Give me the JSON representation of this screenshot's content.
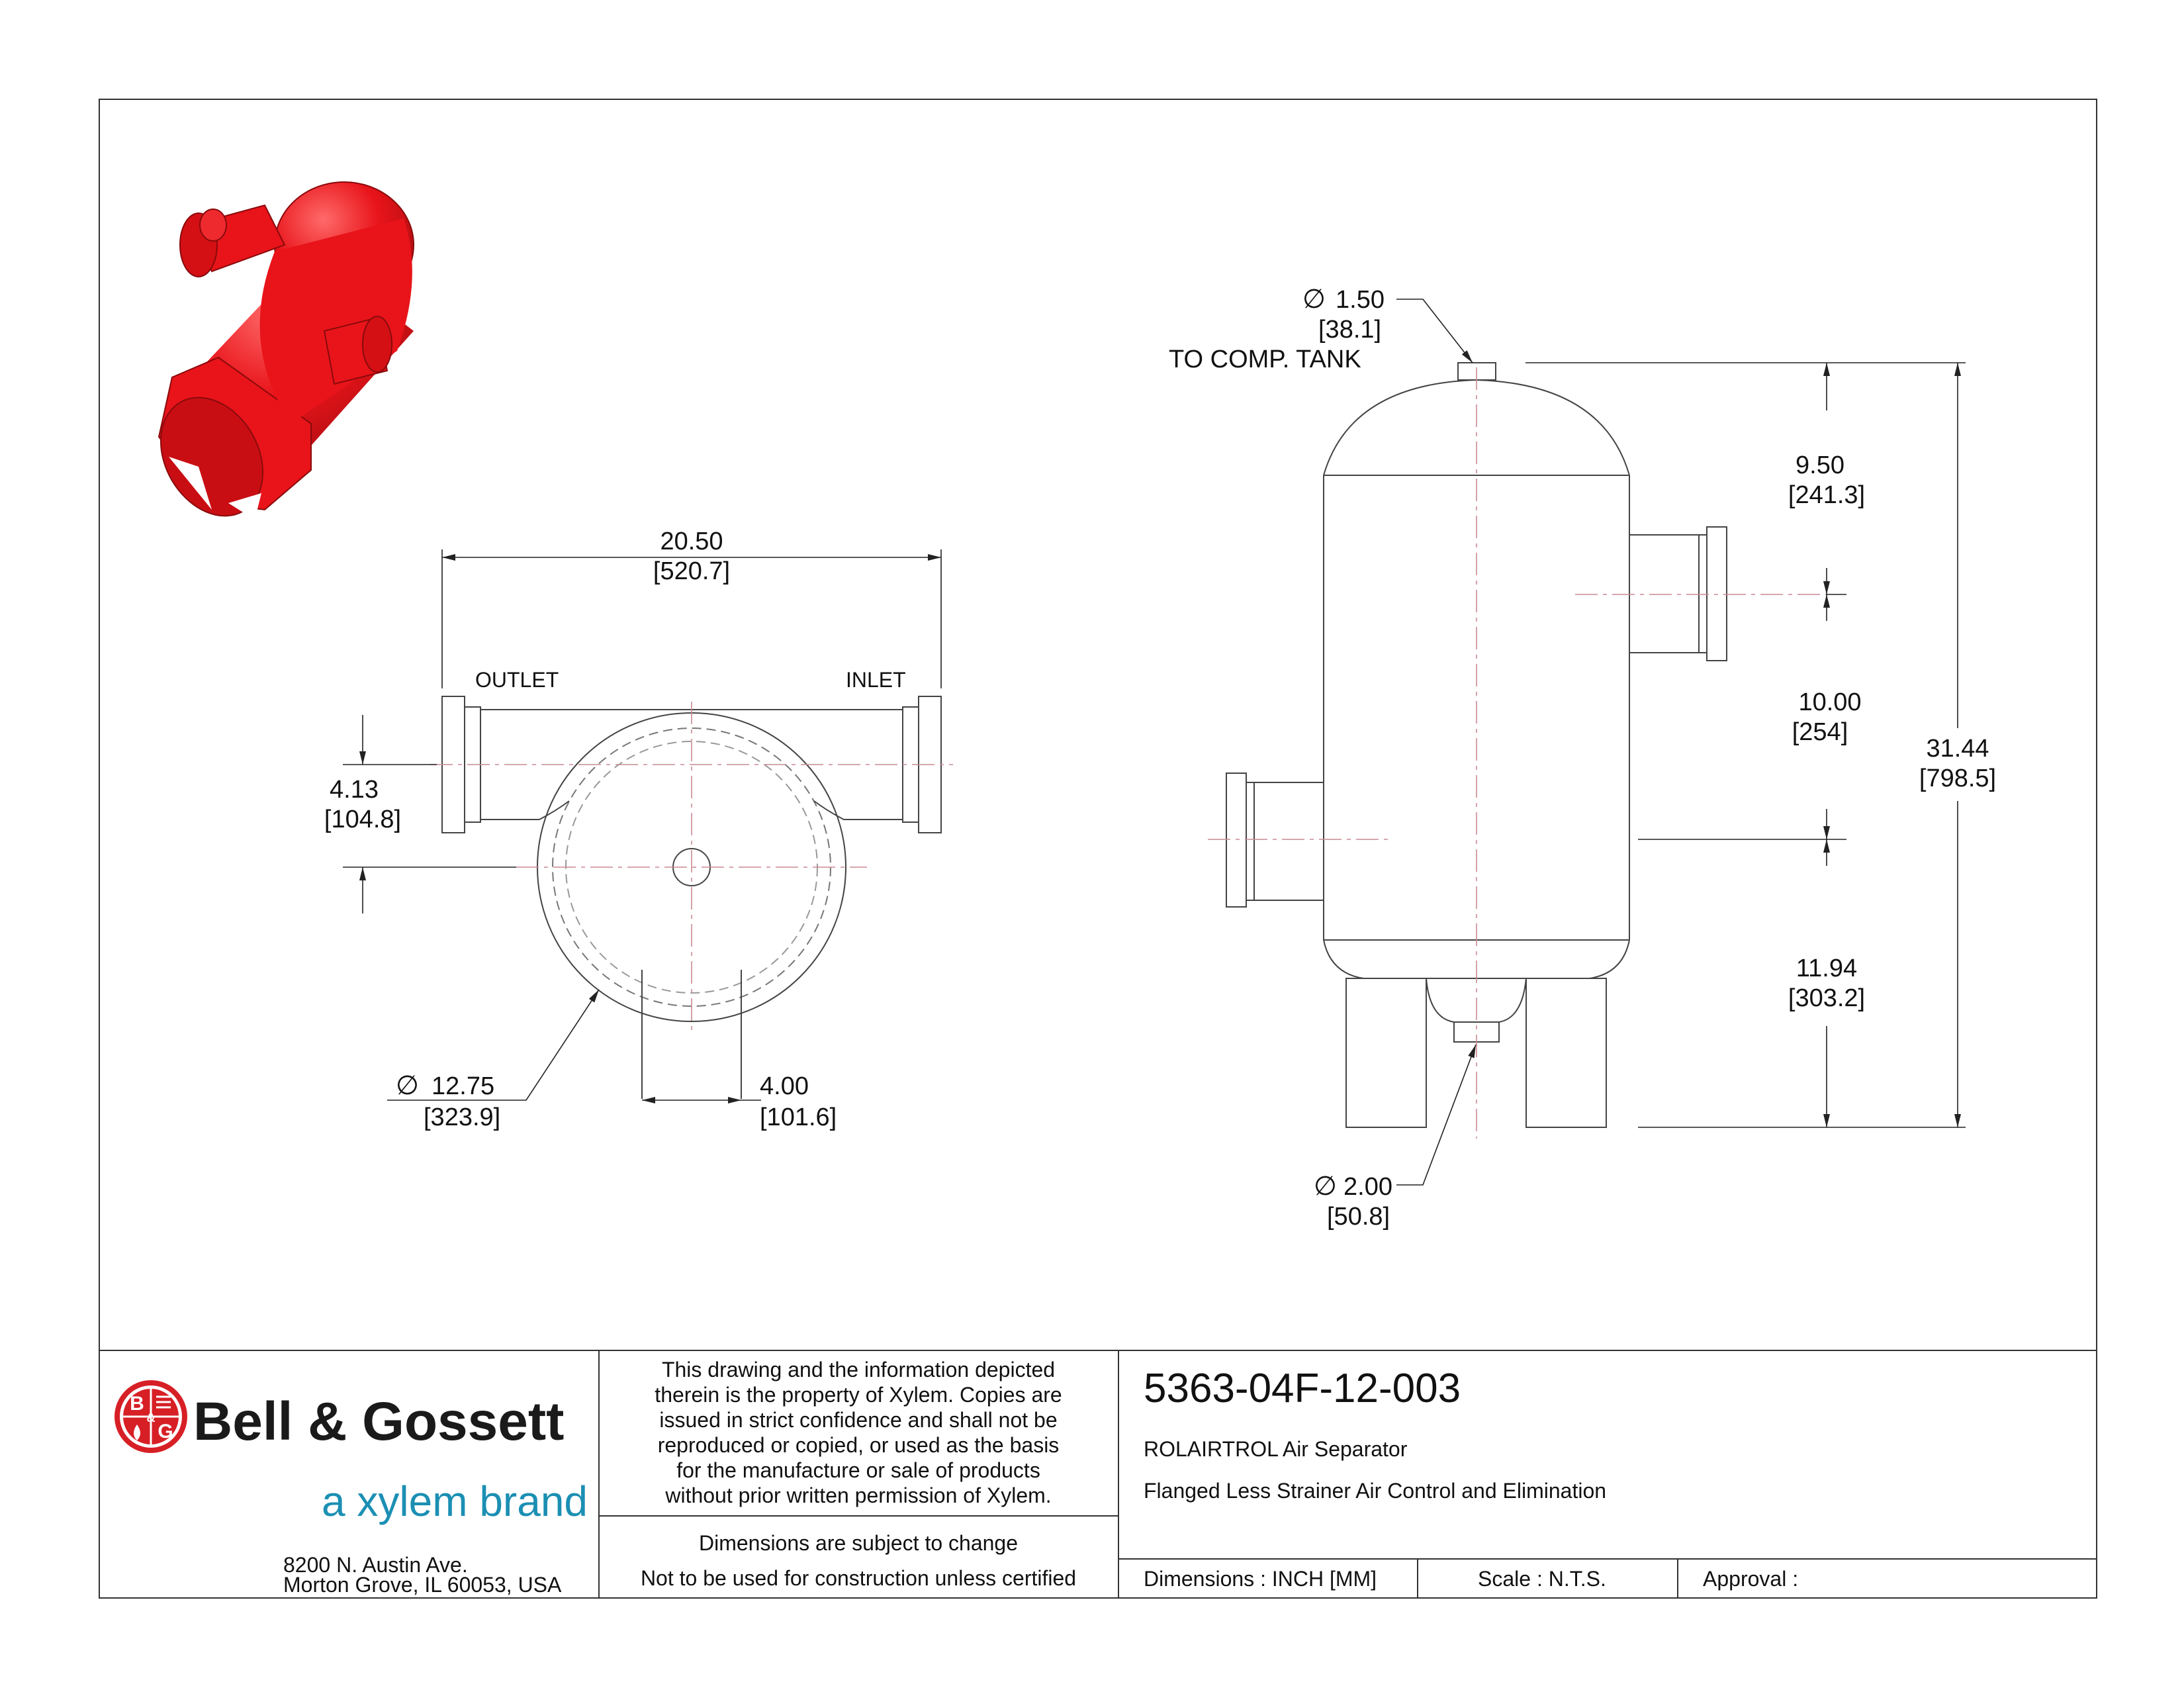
{
  "drawing": {
    "top_view": {
      "outlet_label": "OUTLET",
      "inlet_label": "INLET",
      "dim_width": "20.50",
      "dim_width_mm": "[520.7]",
      "dim_offset": "4.13",
      "dim_offset_mm": "[104.8]",
      "dim_diameter_symbol": "∅",
      "dim_diameter": "12.75",
      "dim_diameter_mm": "[323.9]",
      "dim_opening": "4.00",
      "dim_opening_mm": "[101.6]"
    },
    "side_view": {
      "top_port_symbol": "∅",
      "top_port": "1.50",
      "top_port_mm": "[38.1]",
      "top_port_note": "TO COMP. TANK",
      "dim_upper": "9.50",
      "dim_upper_mm": "[241.3]",
      "dim_middle": "10.00",
      "dim_middle_mm": "[254]",
      "dim_lower": "11.94",
      "dim_lower_mm": "[303.2]",
      "dim_overall": "31.44",
      "dim_overall_mm": "[798.5]",
      "bottom_port_symbol": "∅",
      "bottom_port": "2.00",
      "bottom_port_mm": "[50.8]"
    },
    "model_color": "#e8141a",
    "line_color": "#444444",
    "centerline_color": "#c98a92"
  },
  "title_block": {
    "brand": "Bell & Gossett",
    "brand_sub": "a xylem brand",
    "logo_letters": [
      "B",
      "G"
    ],
    "logo_mark": "&",
    "address_line1": "8200 N. Austin Ave.",
    "address_line2": "Morton Grove, IL 60053, USA",
    "notice_lines": [
      "This drawing and the information depicted",
      "therein is the property of Xylem. Copies are",
      "issued in strict confidence and shall not be",
      "reproduced or copied, or used as the basis",
      "for the manufacture or sale of products",
      "without prior written permission of Xylem."
    ],
    "note_dimensions": "Dimensions are subject to change",
    "note_construction": "Not to be used for construction unless certified",
    "part_number": "5363-04F-12-003",
    "product_name": "ROLAIRTROL Air Separator",
    "product_desc": "Flanged Less Strainer Air Control and Elimination",
    "dimensions_label": "Dimensions : INCH [MM]",
    "scale_label": "Scale : N.T.S.",
    "approval_label": "Approval :",
    "brand_red": "#d71f26",
    "brand_teal": "#1b8fb3"
  }
}
